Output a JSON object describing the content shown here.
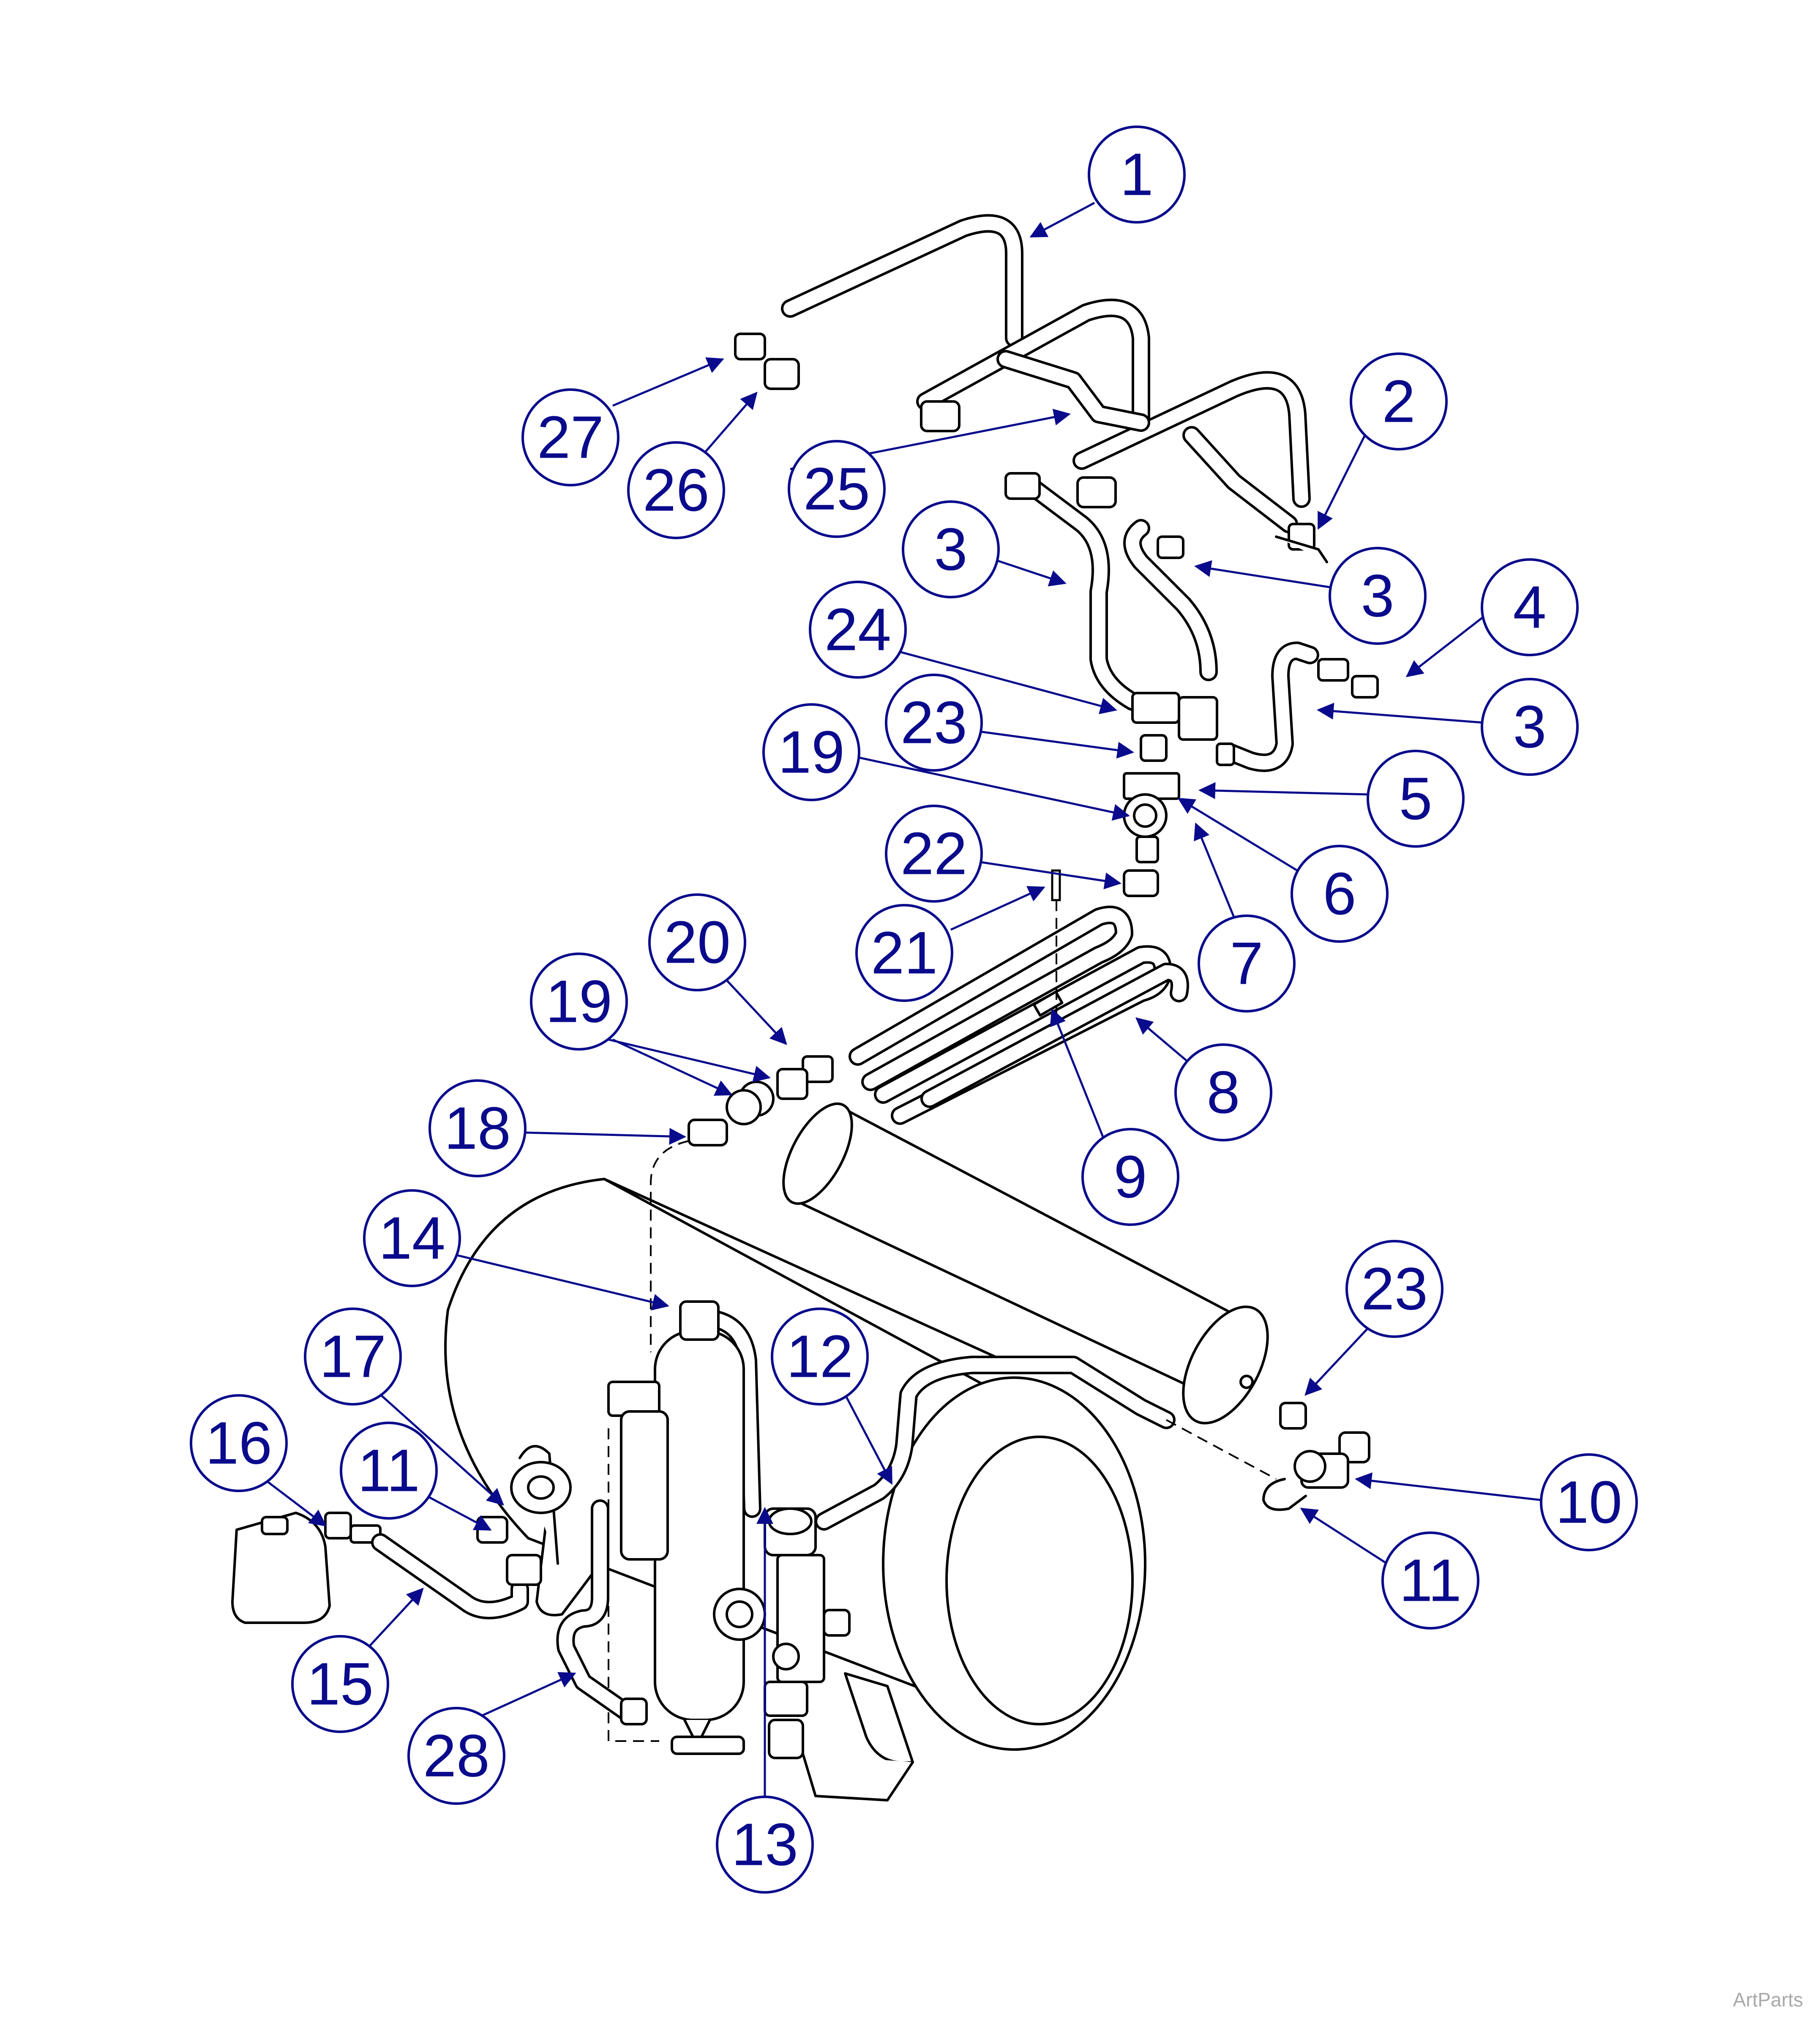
{
  "colors": {
    "callout": "#0a0a8c",
    "line": "#000000",
    "watermark": "#a9a9a9"
  },
  "watermark": "ArtParts",
  "callouts": [
    {
      "label": "1"
    },
    {
      "label": "2"
    },
    {
      "label": "25"
    },
    {
      "label": "27"
    },
    {
      "label": "26"
    },
    {
      "label": "3"
    },
    {
      "label": "3"
    },
    {
      "label": "4"
    },
    {
      "label": "24"
    },
    {
      "label": "3"
    },
    {
      "label": "23"
    },
    {
      "label": "5"
    },
    {
      "label": "19"
    },
    {
      "label": "6"
    },
    {
      "label": "22"
    },
    {
      "label": "7"
    },
    {
      "label": "21"
    },
    {
      "label": "20"
    },
    {
      "label": "19"
    },
    {
      "label": "8"
    },
    {
      "label": "18"
    },
    {
      "label": "9"
    },
    {
      "label": "14"
    },
    {
      "label": "23"
    },
    {
      "label": "12"
    },
    {
      "label": "17"
    },
    {
      "label": "16"
    },
    {
      "label": "11"
    },
    {
      "label": "10"
    },
    {
      "label": "11"
    },
    {
      "label": "15"
    },
    {
      "label": "28"
    },
    {
      "label": "13"
    }
  ]
}
